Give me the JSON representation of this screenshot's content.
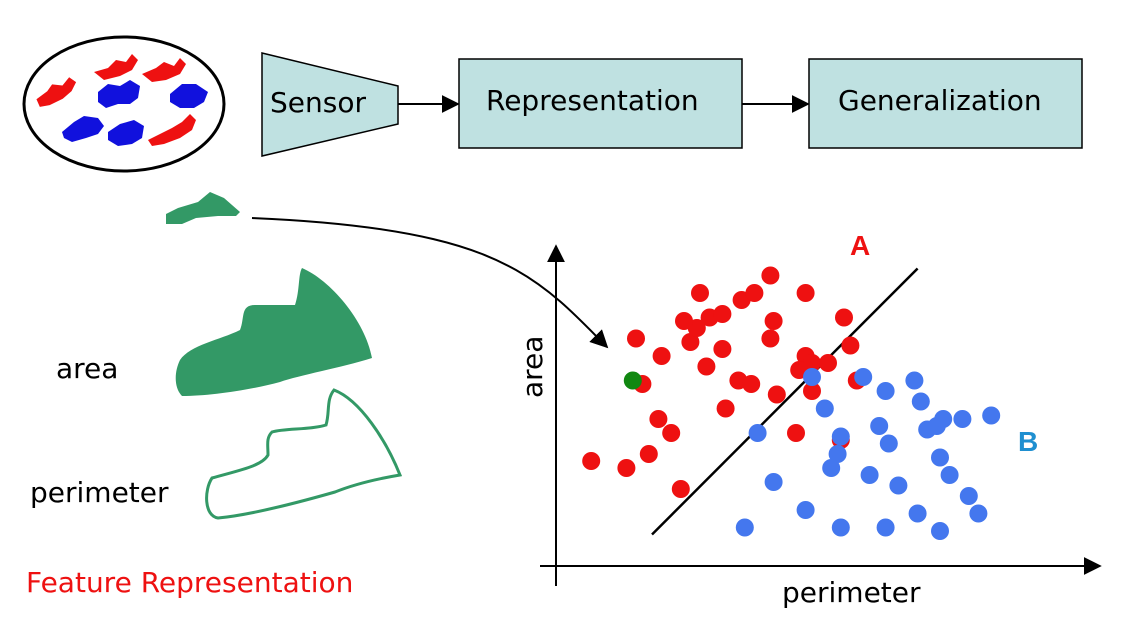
{
  "pipeline": {
    "sensor_label": "Sensor",
    "representation_label": "Representation",
    "generalization_label": "Generalization"
  },
  "features": {
    "area_label": "area",
    "perimeter_label": "perimeter",
    "caption": "Feature Representation"
  },
  "colors": {
    "class_a": "#ee1111",
    "class_b": "#4477ee",
    "sample": "#118811",
    "shape_fill": "#339966",
    "box_fill": "#bfe1e1",
    "caption": "#ee1111",
    "label_b": "#1f8fd0"
  },
  "chart_data": {
    "type": "scatter",
    "xlabel": "perimeter",
    "ylabel": "area",
    "grid": false,
    "class_labels": {
      "a": "A",
      "b": "B"
    },
    "series": [
      {
        "name": "A",
        "points": [
          [
            1.1,
            3.0
          ],
          [
            2.2,
            2.8
          ],
          [
            2.5,
            6.5
          ],
          [
            2.7,
            5.2
          ],
          [
            2.9,
            3.2
          ],
          [
            3.3,
            6.0
          ],
          [
            3.2,
            4.2
          ],
          [
            3.6,
            3.8
          ],
          [
            3.9,
            2.2
          ],
          [
            4.2,
            6.4
          ],
          [
            4.4,
            6.8
          ],
          [
            4.5,
            7.8
          ],
          [
            4.0,
            7.0
          ],
          [
            4.8,
            7.1
          ],
          [
            4.7,
            5.7
          ],
          [
            5.2,
            7.2
          ],
          [
            5.3,
            4.5
          ],
          [
            5.7,
            5.3
          ],
          [
            5.2,
            6.2
          ],
          [
            5.8,
            7.6
          ],
          [
            6.1,
            5.2
          ],
          [
            6.7,
            8.3
          ],
          [
            6.8,
            7.0
          ],
          [
            6.2,
            7.8
          ],
          [
            6.9,
            4.9
          ],
          [
            6.7,
            6.5
          ],
          [
            7.8,
            7.8
          ],
          [
            7.8,
            6.0
          ],
          [
            7.5,
            3.8
          ],
          [
            8.0,
            5.8
          ],
          [
            7.6,
            5.6
          ],
          [
            8.5,
            5.8
          ],
          [
            8.0,
            5.0
          ],
          [
            9.0,
            7.1
          ],
          [
            9.4,
            5.3
          ],
          [
            9.2,
            6.3
          ],
          [
            8.9,
            3.6
          ]
        ]
      },
      {
        "name": "B",
        "points": [
          [
            5.9,
            1.1
          ],
          [
            6.3,
            3.8
          ],
          [
            6.8,
            2.4
          ],
          [
            7.8,
            1.6
          ],
          [
            8.0,
            5.4
          ],
          [
            8.4,
            4.5
          ],
          [
            8.6,
            2.8
          ],
          [
            8.9,
            1.1
          ],
          [
            8.9,
            3.7
          ],
          [
            8.8,
            3.2
          ],
          [
            9.6,
            5.4
          ],
          [
            9.8,
            2.6
          ],
          [
            10.3,
            5.0
          ],
          [
            10.1,
            4.0
          ],
          [
            10.7,
            2.3
          ],
          [
            10.3,
            1.1
          ],
          [
            10.4,
            3.5
          ],
          [
            11.2,
            5.3
          ],
          [
            11.3,
            1.5
          ],
          [
            11.6,
            3.9
          ],
          [
            11.4,
            4.7
          ],
          [
            12.0,
            3.1
          ],
          [
            12.3,
            2.6
          ],
          [
            12.0,
            1.0
          ],
          [
            11.9,
            4.0
          ],
          [
            12.1,
            4.2
          ],
          [
            12.7,
            4.2
          ],
          [
            12.9,
            2.0
          ],
          [
            13.2,
            1.5
          ],
          [
            13.6,
            4.3
          ]
        ]
      },
      {
        "name": "sample",
        "points": [
          [
            2.4,
            5.3
          ]
        ]
      }
    ],
    "decision_boundary": [
      [
        3.0,
        0.9
      ],
      [
        11.3,
        8.5
      ]
    ]
  }
}
